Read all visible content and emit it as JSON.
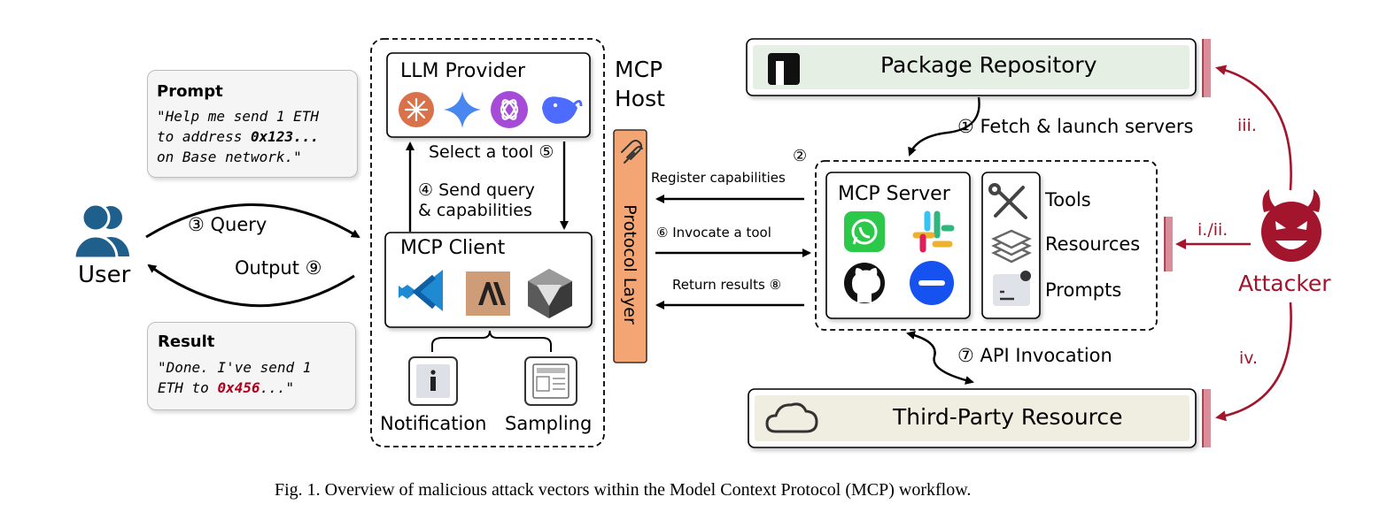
{
  "user": {
    "label": "User"
  },
  "flows": {
    "query": "③ Query",
    "output": "Output ⑨",
    "select_tool": "Select a tool ⑤",
    "send_query_line1": "④ Send query",
    "send_query_line2": "& capabilities",
    "register": "Register capabilities",
    "register_step": "②",
    "invoke": "⑥ Invocate a tool",
    "return": "Return results ⑧",
    "fetch": "① Fetch & launch servers",
    "api": "⑦ API Invocation"
  },
  "prompt_card": {
    "title": "Prompt",
    "line1": "\"Help me send 1 ETH",
    "line2_pre": "to address ",
    "line2_addr": "0x123...",
    "line3": "on Base network.\""
  },
  "result_card": {
    "title": "Result",
    "line1": "\"Done. I've send 1",
    "line2_pre": "ETH to ",
    "line2_addr": "0x456",
    "line2_post": "...\""
  },
  "host": {
    "title_line1": "MCP",
    "title_line2": "Host",
    "llm_provider": "LLM Provider",
    "mcp_client": "MCP Client",
    "notification": "Notification",
    "sampling": "Sampling",
    "protocol_layer": "Protocol Layer",
    "llm_icons": [
      "claude-icon",
      "gemini-icon",
      "openai-icon",
      "deepseek-icon"
    ],
    "client_icons": [
      "vscode-icon",
      "anthropic-icon",
      "cursor-icon"
    ]
  },
  "server": {
    "title": "MCP Server",
    "capabilities": [
      "Tools",
      "Resources",
      "Prompts"
    ],
    "server_icons": [
      "whatsapp-icon",
      "slack-icon",
      "github-icon",
      "coinbase-icon"
    ]
  },
  "package_repo": {
    "label": "Package Repository"
  },
  "third_party": {
    "label": "Third-Party Resource"
  },
  "attacker": {
    "label": "Attacker",
    "vectors": [
      "iii.",
      "i./ii.",
      "iv."
    ]
  },
  "colors": {
    "attack": "#a3152c",
    "protocol": "#f4a574",
    "repo_fill": "#e6efe4",
    "third_fill": "#efeee0"
  },
  "caption": "Fig. 1.  Overview of malicious attack vectors within the Model Context Protocol (MCP) workflow."
}
